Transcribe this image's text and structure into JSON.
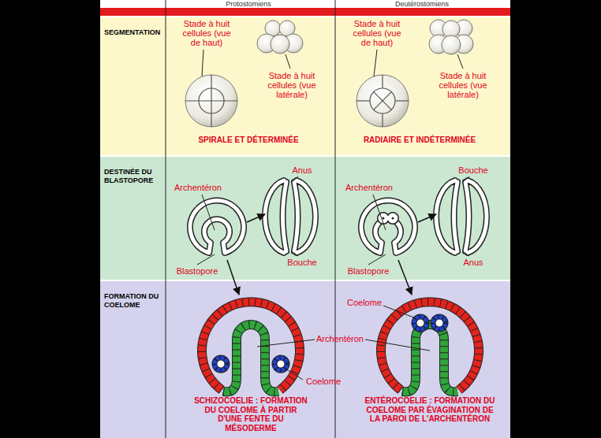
{
  "diagram": {
    "nodes": [
      {
        "text": [
          "SEGMENTATION"
        ]
      },
      {
        "text": [
          "DESTINÉE DU BLASTOPORE"
        ]
      },
      {
        "text": [
          "FORMATION DU COELOME"
        ]
      }
    ],
    "labels": [
      "Protostomiens",
      "Deutérostomiens",
      "Stade à huit cellules (vue de haut)",
      "Stade à huit cellules (vue latérale)",
      "SPIRALE ET DÉTERMINÉE",
      "Stade à huit cellules (vue de haut)",
      "Stade à huit cellules (vue latérale)",
      "RADIAIRE ET INDÉTERMINÉE",
      "Archentéron",
      "Anus",
      "Bouche",
      "Blastopore",
      "Archentéron",
      "Bouche",
      "Anus",
      "Blastopore",
      "Coelome",
      "Archentéron",
      "Coelome",
      "SCHIZOCOELIE : FORMATION DU COELOME À PARTIR D'UNE FENTE DU MÉSODERME",
      "ENTÉROCOELIE : FORMATION DU COELOME PAR ÉVAGINATION DE LA PAROI DE L'ARCHENTÉRON"
    ]
  }
}
